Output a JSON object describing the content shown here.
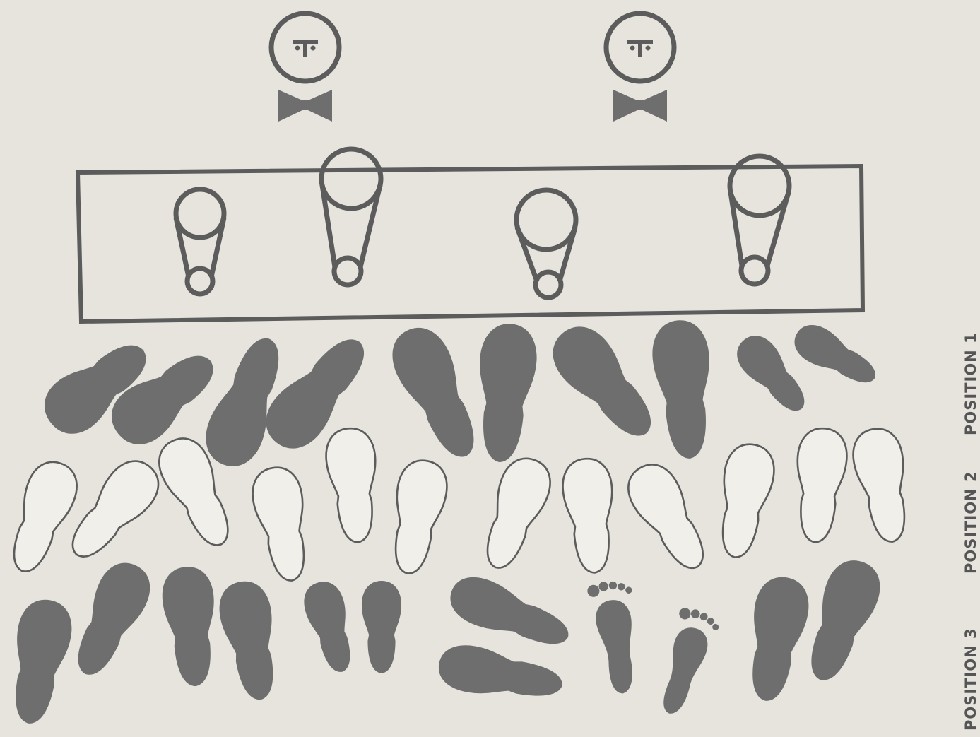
{
  "labels": {
    "position_1": "POSITION 1",
    "position_2": "POSITION 2",
    "position_3": "POSITION 3"
  },
  "colors": {
    "background": "#e6e4dd",
    "ink": "#6e6e6e",
    "line": "#5c5c5c",
    "outline_fill": "#f1efe9",
    "label": "#555555"
  },
  "icons": [
    "urinal-icon",
    "attendant-face-icon",
    "bow-tie-icon",
    "shoe-print-icon",
    "bare-footprint-icon"
  ]
}
